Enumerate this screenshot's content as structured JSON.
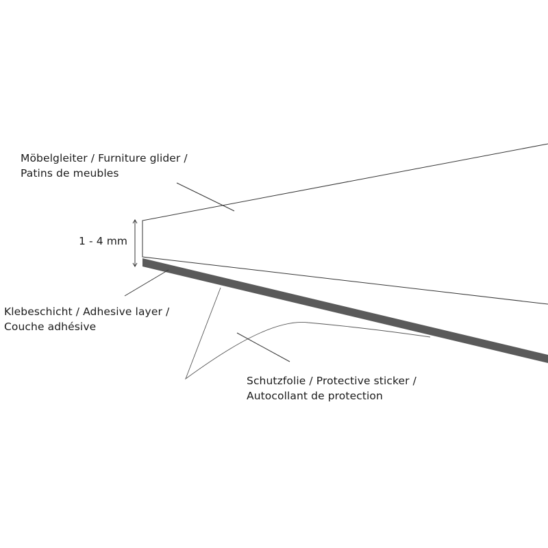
{
  "labels": {
    "glider": {
      "line1": "Möbelgleiter / Furniture glider /",
      "line2": "Patins de meubles"
    },
    "adhesive": {
      "line1": "Klebeschicht / Adhesive layer /",
      "line2": "Couche adhésive"
    },
    "sticker": {
      "line1": "Schutzfolie / Protective sticker /",
      "line2": "Autocollant de protection"
    },
    "thickness": "1 - 4 mm"
  },
  "colors": {
    "background": "#ffffff",
    "line": "#333333",
    "adhesive_layer": "#5a5a5a",
    "text": "#1a1a1a"
  }
}
